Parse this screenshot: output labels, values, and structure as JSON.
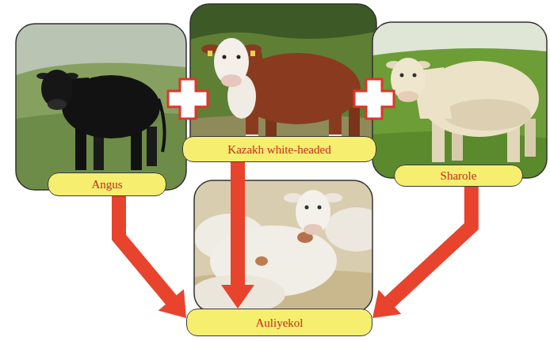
{
  "diagram": {
    "nodes": [
      {
        "text": [
          "Angus"
        ]
      },
      {
        "text": [
          "Kazakh white-headed"
        ]
      },
      {
        "text": [
          "Sharole"
        ]
      },
      {
        "text": [
          "Auliyekol"
        ]
      }
    ],
    "edges": [
      {
        "from": 0,
        "to": 3,
        "arrow": "to"
      },
      {
        "from": 1,
        "to": 3,
        "arrow": "to"
      },
      {
        "from": 2,
        "to": 3,
        "arrow": "to"
      }
    ]
  }
}
